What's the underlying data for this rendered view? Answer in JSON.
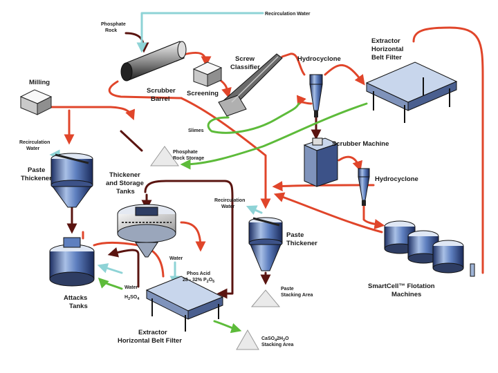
{
  "colors": {
    "dark_flow": "#5a1410",
    "red_flow": "#e0452a",
    "green_flow": "#5dbb3a",
    "water_flow": "#8ed3d6",
    "steel": "#9fb4d6",
    "steel_dark": "#22386e"
  },
  "labels": {
    "phosphate_rock_1": "Phosphate",
    "phosphate_rock_2": "Rock",
    "recirculation_water_top": "Recirculation Water",
    "scrubber_barrel_1": "Scrubber",
    "scrubber_barrel_2": "Barrel",
    "screening": "Screening",
    "screw_classifier_1": "Screw",
    "screw_classifier_2": "Classifier",
    "hydrocyclone_top": "Hydrocyclone",
    "extractor_top_1": "Extractor",
    "extractor_top_2": "Horizontal",
    "extractor_top_3": "Belt Filter",
    "milling": "Milling",
    "slimes": "Slimes",
    "scrubber_machine": "Scrubber Machine",
    "recirc_water_left_1": "Recirculation",
    "recirc_water_left_2": "Water",
    "phosphate_rock_storage_1": "Phosphate",
    "phosphate_rock_storage_2": "Rock Storage",
    "paste_thickener_left_1": "Paste",
    "paste_thickener_left_2": "Thickener",
    "thickener_storage_1": "Thickener",
    "thickener_storage_2": "and Storage",
    "thickener_storage_3": "Tanks",
    "hydrocyclone_right": "Hydrocyclone",
    "recirc_water_mid_1": "Recirculation",
    "recirc_water_mid_2": "Water",
    "paste_thickener_mid_1": "Paste",
    "paste_thickener_mid_2": "Thickener",
    "water_top": "Water",
    "phos_acid_1": "Phos Acid",
    "phos_acid_2": "28 - 32% P",
    "phos_acid_sub": "2",
    "phos_acid_3": "O",
    "phos_acid_sub2": "5",
    "paste_stacking_1": "Paste",
    "paste_stacking_2": "Stacking Area",
    "smartcell_1": "SmartCell™ Flotation",
    "smartcell_2": "Machines",
    "attacks_tanks_1": "Attacks",
    "attacks_tanks_2": "Tanks",
    "water_bottom": "Water",
    "h2so4_a": "H",
    "h2so4_sub1": "2",
    "h2so4_b": "SO",
    "h2so4_sub2": "4",
    "extractor_bottom_1": "Extractor",
    "extractor_bottom_2": "Horizontal Belt Filter",
    "caso4_a": "CaSO",
    "caso4_sub1": "4",
    "caso4_b": "2H",
    "caso4_sub2": "2",
    "caso4_c": "O",
    "caso4_2": "Stacking Area"
  }
}
